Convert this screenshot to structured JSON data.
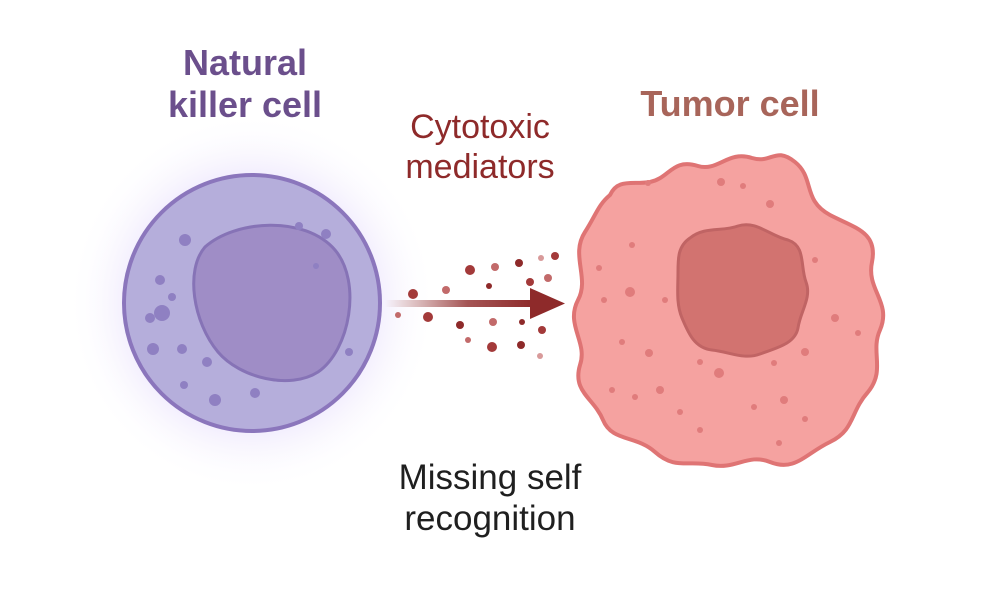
{
  "labels": {
    "nk_line1": "Natural",
    "nk_line2": "killer cell",
    "tumor": "Tumor cell",
    "mediators_line1": "Cytotoxic",
    "mediators_line2": "mediators",
    "missing_line1": "Missing self",
    "missing_line2": "recognition"
  },
  "colors": {
    "nk_text": "#6b4f8c",
    "tumor_text": "#a8655a",
    "mediators_text": "#8e2a2a",
    "missing_text": "#1f1f1f",
    "nk_cytoplasm": "#b5aedb",
    "nk_nucleus": "#9f8dc6",
    "tumor_cytoplasm": "#f5a2a0",
    "tumor_nucleus": "#d27370",
    "arrow": "#8e2a2a"
  }
}
